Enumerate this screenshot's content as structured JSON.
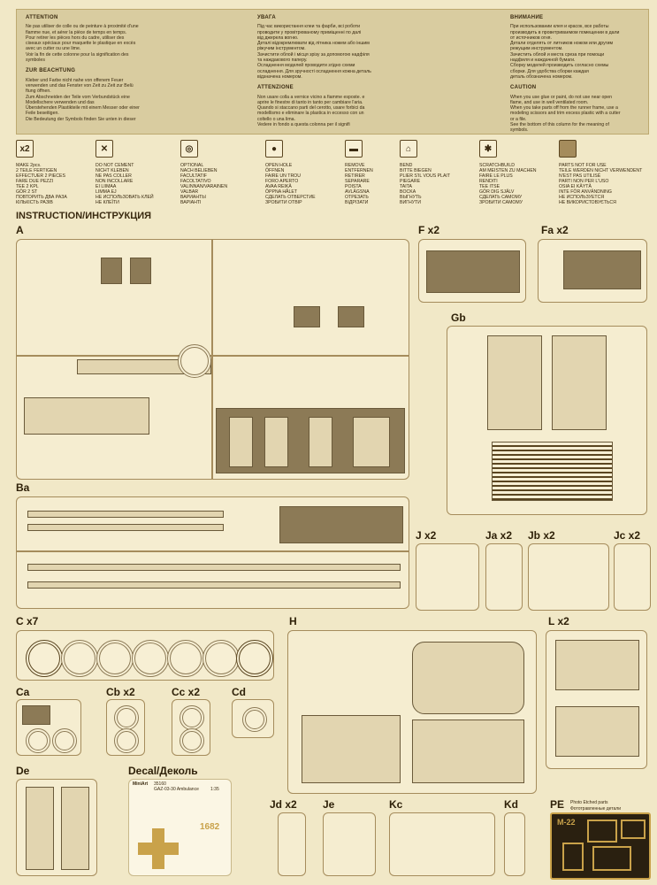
{
  "attention": {
    "fr_title": "ATTENTION",
    "fr_text": "Ne pas utiliser de colle ou de peinture à proximité d'une\nflamme nue, et aérer la pièce de temps en temps.\nPour retirer les pièces hors du cadre, utiliser des\nciseaux spéciaux pour maquette le plastique en excès\navec un cutter ou une lime.\nVoir la fin de cette colonne pour la signification des\nsymboles",
    "de_title": "ZUR BEACHTUNG",
    "de_text": "Kleber und Farbe nicht nahe von offenem Feuer\nverwenden und das Fenster von Zeit zu Zeit zur Belü\nftung öffnen.\nZum Abschneiden der Teile vom Verbundstück eine\nModellschere verwenden und das\nÜberstehenden Plastikteile mit einem Messer oder einer\nFeile beseitigen.\nDie Bedeutung der Symbols finden Sie unten in dieser",
    "ua_title": "УВАГА",
    "ua_text": "Під час використання клеи та фарби, всі роботи\nпроводити у провітрюваному приміщенні по далі\nвід джерела вогню.\nДеталі відокремлювати від літника ножем або іншим\nріжучим інструментом.\nЗачистити облой і місця зрізу за допомогою надфіля\nта наждакового паперу.\nОсладнення моделей проводити згідно схеми\nосладнення. Для зручності осладнення кожна деталь\nвідзначена номером.",
    "it_title": "ATTENZIONE",
    "it_text": "Non usare colla a vernice vicino a fiamme esposte. e\naprire le finestre di tanto in tanto per cambiare l'aria.\nQuando si staccano parti del cerotto, usare forbici da\nmodellismo e eliminare la plastica in eccesso con un\ncoltello o una lima.\nVedere in fondo a questa colonna per il signifi",
    "ru_title": "ВНИМАНИЕ",
    "ru_text": "При использовании клея и красок, все работы\nпроизводить в проветриваемом помещении в дали\nот источников огня.\nДетали отделять от литников ножом или другим\nрежущим инструментом.\nЗачистить облой и места среза при помощи\nнадфиля и наждачной бумаги.\nСборку моделей производить согласно схемы\nсборки. Для удобства сборки каждая\nдеталь обозначена номером.",
    "en_title": "CAUTION",
    "en_text": "When you use glue or paint, do not use near open\nflame, and use in well ventilated room.\nWhen you take parts off from the runner frame, use a\nmodeling scissors and trim excess plastic with a cutter\nor a file.\nSee the bottom of this column for the meaning of\nsymbols."
  },
  "symbols": [
    {
      "icon": "x2",
      "icon_name": "make-two-icon",
      "text": "MAKE 2pcs.\n2 TEILE FERTIGEN\nEFFECTUER 2 PIECES\nFARE DUE PEZZI\nTEE 2 KPL\nGÖR 2 ST\nПОВТОРИТЬ ДВА РАЗА\nКІЛЬКІСТЬ РАЗІВ"
    },
    {
      "icon": "✕",
      "icon_name": "no-cement-icon",
      "text": "DO NOT CEMENT\nNICHT KLEBEN\nNE PAS COLLER\nNON INCOLLARE\nEI LIIMAA\nLIMMA EJ\nНЕ ИСПОЛЬЗОВАТЬ КЛЕЙ\nНЕ КЛЕЇТИ"
    },
    {
      "icon": "◎",
      "icon_name": "optional-icon",
      "text": "OPTIONAL\nNACH BELIEBEN\nFACULTATIF\nFACOLTATIVO\nVALINNAN/VARAINEN\nVALBAR\nВАРИАНТЫ\nВАРІАНТІ"
    },
    {
      "icon": "●",
      "icon_name": "open-hole-icon",
      "text": "OPEN HOLE\nÖFFNEN\nFAIRE UN TROU\nFORO APERTO\nAVAA REIKÄ\nÖPPNA HÅLET\nСДЕЛАТЬ ОТВЕРСТИЕ\nЗРОБИТИ ОТВІР"
    },
    {
      "icon": "▬",
      "icon_name": "remove-icon",
      "text": "REMOVE\nENTFERNEN\nRETIRER\nSEPARARE\nPOISTA\nAVLÄGSNA\nОТРЕЗАТЬ\nВІДРІЗАТИ"
    },
    {
      "icon": "⌂",
      "icon_name": "bend-icon",
      "text": "BEND\nBITTE BIEGEN\nPLIER S'IL VOUS PLAIT\nPIEGARE\nTAITA\nBOCKA\nВЫГНУТЬ\nВИГНУТИ"
    },
    {
      "icon": "✱",
      "icon_name": "scratchbuild-icon",
      "text": "SCRATCHBUILD\nAM MEISTEN ZU MACHEN\nFAIRE LE PLUS\nRENDITI\nTEE ITSE\nGÖR DIG SJÄLV\nСДЕЛАТЬ САМОМУ\nЗРОБИТИ САМОМУ"
    },
    {
      "icon": "",
      "icon_name": "parts-not-used-icon",
      "text": "PARTS NOT FOR USE\nTEILE WERDEN NICHT VERWENDENT\nN'EST PAS UTILISÉ\nPARTI NON PER L'USO\nOSIA EI KÄYTÄ\nINTE FÖR ANVÄNDNING\nНЕ ИСПОЛЬЗУЕТСЯ\nНЕ ВИКОРИСТОВУЄТЬСЯ"
    }
  ],
  "instruction_title": "INSTRUCTION/ИНСТРУКЦИЯ",
  "sprues": {
    "A": "A",
    "F": "F x2",
    "Fa": "Fa x2",
    "Gb": "Gb",
    "Ba": "Ba",
    "J": "J x2",
    "Ja": "Ja x2",
    "Jb": "Jb x2",
    "Jc": "Jc x2",
    "C": "C x7",
    "H": "H",
    "L": "L x2",
    "Ca": "Ca",
    "Cb": "Cb x2",
    "Cc": "Cc x2",
    "Cd": "Cd",
    "De": "De",
    "Decal": "Decal/Деколь",
    "Jd": "Jd x2",
    "Je": "Je",
    "Kc": "Kc",
    "Kd": "Kd",
    "PE": "PE"
  },
  "decal": {
    "code": "35160",
    "name": "GAZ-03-30 Ambulance",
    "scale": "1:35",
    "brand": "MiniArt",
    "number": "1682"
  },
  "pe": {
    "caption1": "Photo Etched parts",
    "caption2": "Фототравленные детали",
    "mark": "M-22"
  },
  "colors": {
    "paper": "#f1e8c7",
    "band": "#d9cca0",
    "sprue": "#a58c5c",
    "part_dark": "#8c7a56",
    "pe_bg": "#2a2010",
    "pe_metal": "#c9a24a"
  }
}
